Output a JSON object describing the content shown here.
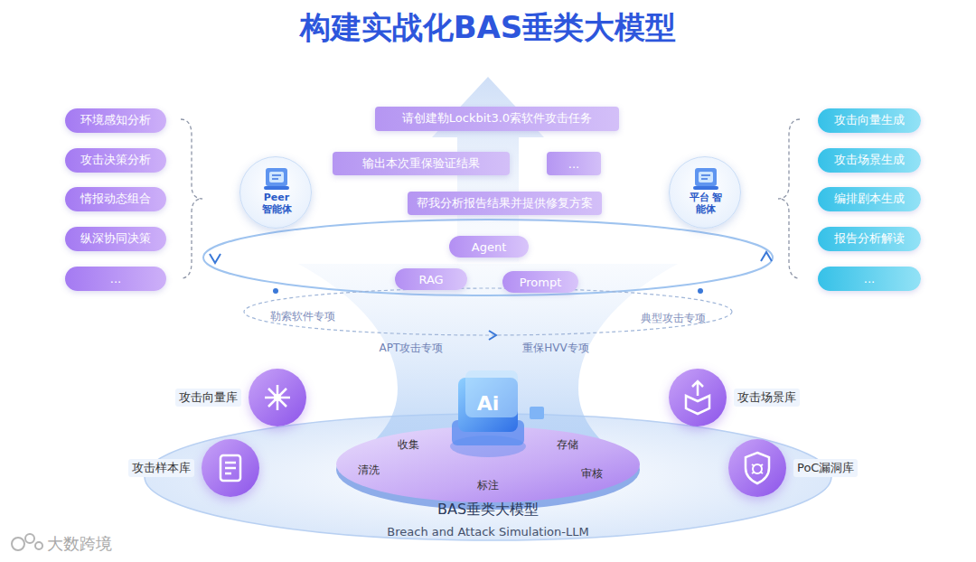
{
  "diagram": {
    "title": "构建实战化BAS垂类大模型",
    "nodes": [
      {
        "text": [
          "环境感知分析"
        ]
      },
      {
        "text": [
          "攻击决策分析"
        ]
      },
      {
        "text": [
          "情报动态组合"
        ]
      },
      {
        "text": [
          "纵深协同决策"
        ]
      },
      {
        "text": [
          "..."
        ]
      },
      {
        "text": [
          "Peer 智能体"
        ]
      },
      {
        "text": [
          "请创建勒Lockbit3.0索软件攻击任务"
        ]
      },
      {
        "text": [
          "输出本次重保验证结果"
        ]
      },
      {
        "text": [
          "..."
        ]
      },
      {
        "text": [
          "帮我分析报告结果并提供修复方案"
        ]
      },
      {
        "text": [
          "平台 智能体"
        ]
      },
      {
        "text": [
          "攻击向量生成"
        ]
      },
      {
        "text": [
          "攻击场景生成"
        ]
      },
      {
        "text": [
          "编排剧本生成"
        ]
      },
      {
        "text": [
          "报告分析解读"
        ]
      },
      {
        "text": [
          "..."
        ]
      },
      {
        "text": [
          "Agent"
        ]
      },
      {
        "text": [
          "RAG"
        ]
      },
      {
        "text": [
          "Prompt"
        ]
      },
      {
        "text": [
          "攻击向量库"
        ]
      },
      {
        "text": [
          "攻击样本库"
        ]
      },
      {
        "text": [
          "攻击场景库"
        ]
      },
      {
        "text": [
          "PoC漏洞库"
        ]
      }
    ],
    "labels": [
      "勒索软件专项",
      "APT攻击专项",
      "重保HVV专项",
      "典型攻击专项",
      "Ai",
      "收集",
      "存储",
      "清洗",
      "标注",
      "审核",
      "BAS垂类大模型",
      "Breach and Attack Simulation-LLM",
      "大数跨境"
    ]
  }
}
